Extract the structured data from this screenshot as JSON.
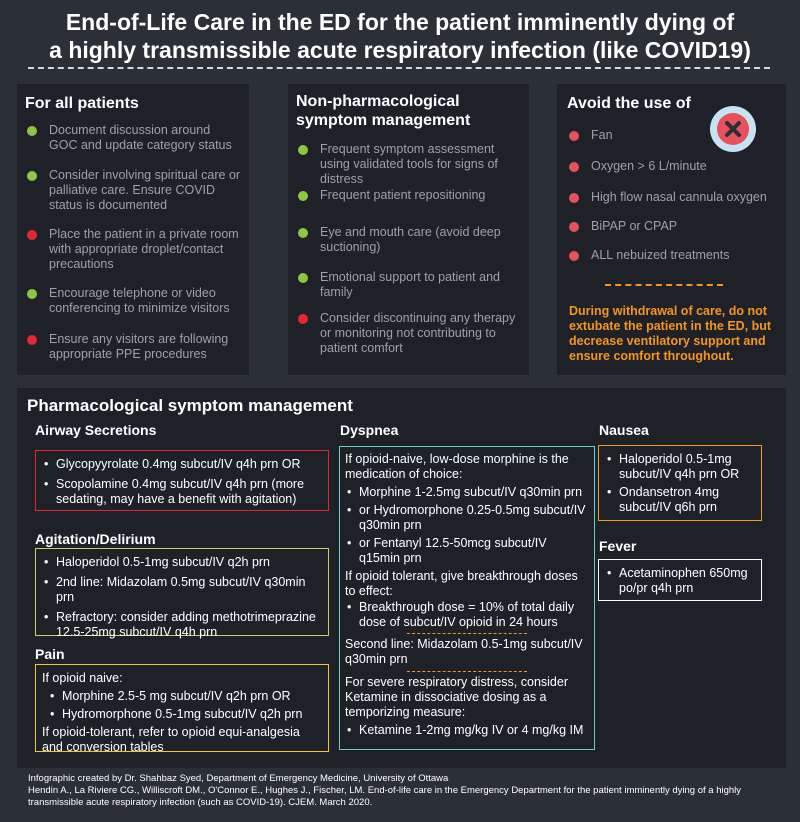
{
  "title": {
    "line1": "End-of-Life Care in the ED for the patient imminently dying of",
    "line2": "a highly transmissible acute respiratory infection (like COVID19)"
  },
  "colors": {
    "green": "#8dc63f",
    "red": "#e8262f",
    "pink": "#e8505b",
    "orange": "#f7941d",
    "teal": "#5fd3c7",
    "lime": "#b3d66b",
    "yellow": "#f4c430"
  },
  "all_patients": {
    "heading": "For all patients",
    "items": [
      {
        "text": "Document discussion around GOC and update category status",
        "color": "green"
      },
      {
        "text": "Consider involving spiritual care or palliative care. Ensure COVID status is documented",
        "color": "green"
      },
      {
        "text": "Place the patient in a private room with appropriate droplet/contact precautions",
        "color": "red"
      },
      {
        "text": "Encourage telephone or video conferencing to minimize visitors",
        "color": "green"
      },
      {
        "text": "Ensure any visitors are following appropriate PPE procedures",
        "color": "red"
      }
    ]
  },
  "non_pharm": {
    "heading_line1": "Non-pharmacological",
    "heading_line2": "symptom management",
    "items": [
      {
        "text": "Frequent symptom assessment using validated tools for signs of distress",
        "color": "green"
      },
      {
        "text": "Frequent patient repositioning",
        "color": "green"
      },
      {
        "text": "Eye and mouth care (avoid deep suctioning)",
        "color": "green"
      },
      {
        "text": "Emotional support to patient and family",
        "color": "green"
      },
      {
        "text": "Consider discontinuing any therapy or monitoring not contributing to patient comfort",
        "color": "red"
      }
    ]
  },
  "avoid": {
    "heading": "Avoid the use of",
    "icon": "x-circle-icon",
    "items": [
      "Fan",
      "Oxygen > 6 L/minute",
      "High flow nasal cannula oxygen",
      "BiPAP or CPAP",
      "ALL nebuized treatments"
    ],
    "note": "During withdrawal of care, do not extubate the patient in the ED, but decrease ventilatory support and ensure comfort throughout."
  },
  "pharm": {
    "heading": "Pharmacological symptom management",
    "airway": {
      "heading": "Airway Secretions",
      "items": [
        "Glycopyyrolate 0.4mg subcut/IV q4h prn OR",
        "Scopolamine 0.4mg subcut/IV q4h prn (more sedating, may have a benefit with agitation)"
      ]
    },
    "agitation": {
      "heading": "Agitation/Delirium",
      "items": [
        "Haloperidol 0.5-1mg subcut/IV q2h prn",
        "2nd line: Midazolam 0.5mg subcut/IV q30min prn",
        "Refractory: consider adding methotrimeprazine 12.5-25mg subcut/IV q4h prn"
      ]
    },
    "pain": {
      "heading": "Pain",
      "intro": "If opioid naive:",
      "items": [
        "Morphine 2.5-5 mg subcut/IV q2h prn OR",
        "Hydromorphone 0.5-1mg subcut/IV q2h prn"
      ],
      "outro": "If opioid-tolerant, refer to opioid equi-analgesia and conversion tables"
    },
    "dyspnea": {
      "heading": "Dyspnea",
      "intro": "If opioid-naive, low-dose morphine is the medication of choice:",
      "items": [
        "Morphine 1-2.5mg subcut/IV q30min prn",
        "or Hydromorphone 0.25-0.5mg subcut/IV q30min prn",
        "or Fentanyl 12.5-50mcg subcut/IV q15min prn"
      ],
      "tolerant": "If opioid tolerant, give breakthrough doses to effect:",
      "tolerant_items": [
        "Breakthrough dose = 10% of total daily dose of subcut/IV opioid in 24 hours"
      ],
      "second_line": "Second line: Midazolam 0.5-1mg subcut/IV q30min prn",
      "severe": "For severe respiratory distress, consider Ketamine in dissociative dosing as a temporizing measure:",
      "severe_items": [
        "Ketamine 1-2mg mg/kg IV or 4 mg/kg IM"
      ]
    },
    "nausea": {
      "heading": "Nausea",
      "items": [
        "Haloperidol 0.5-1mg subcut/IV q4h prn OR",
        "Ondansetron 4mg subcut/IV q6h prn"
      ]
    },
    "fever": {
      "heading": "Fever",
      "items": [
        "Acetaminophen 650mg po/pr q4h prn"
      ]
    }
  },
  "credits": {
    "line1": "Infographic created by Dr. Shahbaz Syed, Department of Emergency Medicine, University of Ottawa",
    "line2": "Hendin A., La Riviere CG., Williscroft DM., O'Connor E., Hughes J., Fischer, LM. End-of-life care in the Emergency Department for the patient imminently dying of a highly transmissible acute respiratory infection (such as COVID-19). CJEM. March 2020."
  }
}
